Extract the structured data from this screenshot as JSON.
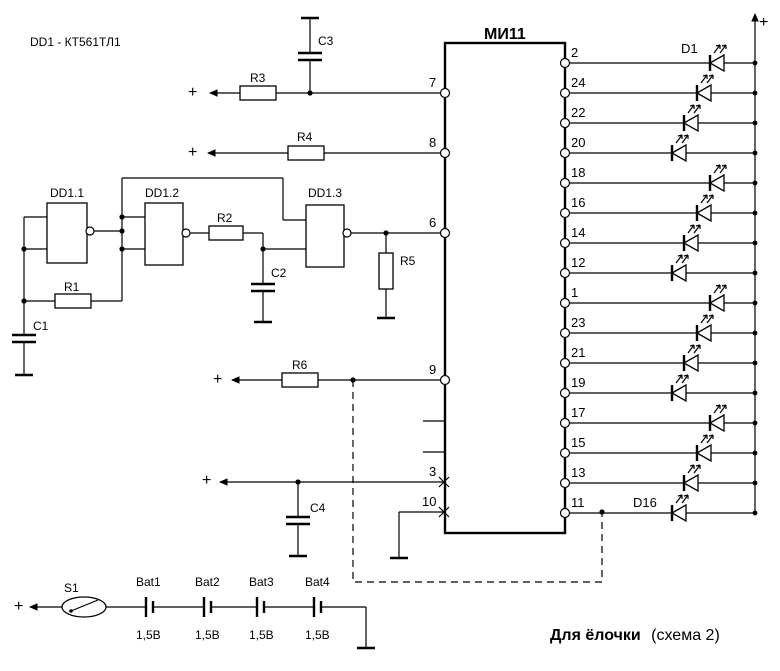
{
  "legend": {
    "dd1_type": "DD1 - КТ561ТЛ1"
  },
  "chip": {
    "name": "МИ11",
    "left_pins": [
      "7",
      "8",
      "6",
      "9",
      "3",
      "10"
    ],
    "right_pins": [
      "2",
      "24",
      "22",
      "20",
      "18",
      "16",
      "14",
      "12",
      "1",
      "23",
      "21",
      "19",
      "17",
      "15",
      "13",
      "11"
    ]
  },
  "gates": [
    "DD1.1",
    "DD1.2",
    "DD1.3"
  ],
  "resistors": [
    "R1",
    "R2",
    "R3",
    "R4",
    "R5",
    "R6"
  ],
  "capacitors": [
    "C1",
    "C2",
    "C3",
    "C4"
  ],
  "leds": {
    "first": "D1",
    "last": "D16"
  },
  "switch": {
    "label": "S1"
  },
  "batteries": [
    {
      "name": "Bat1",
      "voltage": "1,5В"
    },
    {
      "name": "Bat2",
      "voltage": "1,5В"
    },
    {
      "name": "Bat3",
      "voltage": "1,5В"
    },
    {
      "name": "Bat4",
      "voltage": "1,5В"
    }
  ],
  "plus_sign": "+",
  "caption": {
    "main": "Для ёлочки",
    "sub": "(схема 2)"
  }
}
